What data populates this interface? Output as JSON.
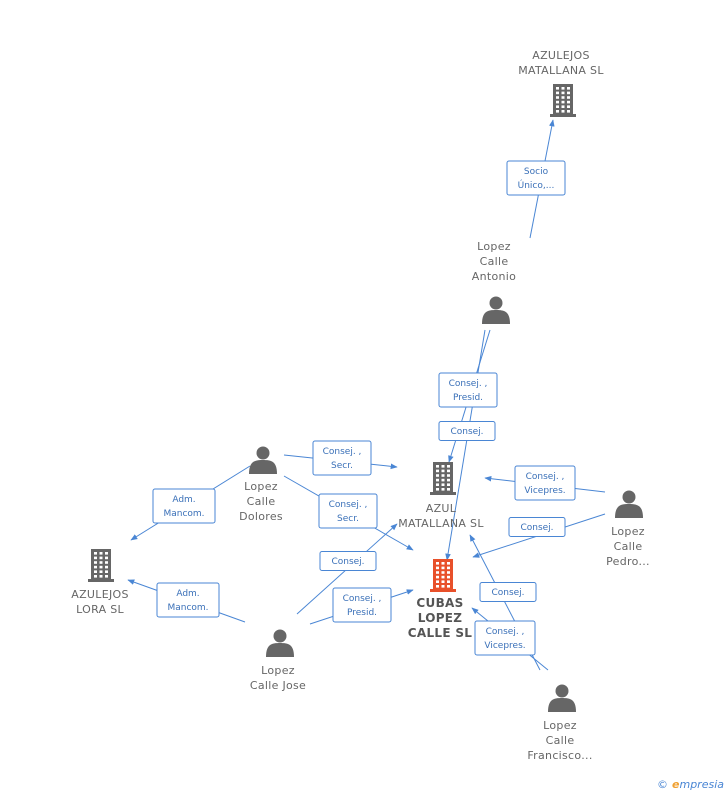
{
  "colors": {
    "edge": "#4a86d4",
    "company": "#666666",
    "focus_company": "#e8502a",
    "person": "#666666"
  },
  "nodes": [
    {
      "id": "azulejos_matallana_top",
      "kind": "company",
      "icon": "building-icon",
      "lines": [
        "AZULEJOS",
        "MATALLANA SL"
      ]
    },
    {
      "id": "lopez_calle_antonio",
      "kind": "person",
      "icon": "person-icon",
      "lines": [
        "Lopez",
        "Calle",
        "Antonio"
      ]
    },
    {
      "id": "lopez_calle_dolores",
      "kind": "person",
      "icon": "person-icon",
      "lines": [
        "Lopez",
        "Calle",
        "Dolores"
      ]
    },
    {
      "id": "azul_matallana_mid",
      "kind": "company",
      "icon": "building-icon",
      "lines": [
        "AZUL",
        "MATALLANA SL"
      ]
    },
    {
      "id": "lopez_calle_pedro",
      "kind": "person",
      "icon": "person-icon",
      "lines": [
        "Lopez",
        "Calle",
        "Pedro..."
      ]
    },
    {
      "id": "azulejos_lora",
      "kind": "company",
      "icon": "building-icon",
      "lines": [
        "AZULEJOS",
        "LORA SL"
      ]
    },
    {
      "id": "cubas_lopez",
      "kind": "focus",
      "icon": "building-icon",
      "lines": [
        "CUBAS",
        "LOPEZ",
        "CALLE SL"
      ]
    },
    {
      "id": "lopez_calle_jose",
      "kind": "person",
      "icon": "person-icon",
      "lines": [
        "Lopez",
        "Calle Jose"
      ]
    },
    {
      "id": "lopez_calle_francisco",
      "kind": "person",
      "icon": "person-icon",
      "lines": [
        "Lopez",
        "Calle",
        "Francisco..."
      ]
    }
  ],
  "edge_labels": [
    {
      "id": "socio_unico",
      "lines": [
        "Socio",
        "Único,..."
      ]
    },
    {
      "id": "antonio_presid",
      "lines": [
        "Consej. ,",
        "Presid."
      ]
    },
    {
      "id": "antonio_consej",
      "lines": [
        "Consej."
      ]
    },
    {
      "id": "dolores_secr_azul",
      "lines": [
        "Consej. ,",
        "Secr."
      ]
    },
    {
      "id": "dolores_adm",
      "lines": [
        "Adm.",
        "Mancom."
      ]
    },
    {
      "id": "dolores_secr_cubas",
      "lines": [
        "Consej. ,",
        "Secr."
      ]
    },
    {
      "id": "pedro_vicepres",
      "lines": [
        "Consej. ,",
        "Vicepres."
      ]
    },
    {
      "id": "pedro_consej",
      "lines": [
        "Consej."
      ]
    },
    {
      "id": "jose_consej",
      "lines": [
        "Consej."
      ]
    },
    {
      "id": "jose_adm",
      "lines": [
        "Adm.",
        "Mancom."
      ]
    },
    {
      "id": "jose_presid",
      "lines": [
        "Consej. ,",
        "Presid."
      ]
    },
    {
      "id": "francisco_consej",
      "lines": [
        "Consej."
      ]
    },
    {
      "id": "francisco_vicepres",
      "lines": [
        "Consej. ,",
        "Vicepres."
      ]
    }
  ],
  "brand": {
    "copyright": "©",
    "e": "e",
    "rest": "mpresia"
  }
}
